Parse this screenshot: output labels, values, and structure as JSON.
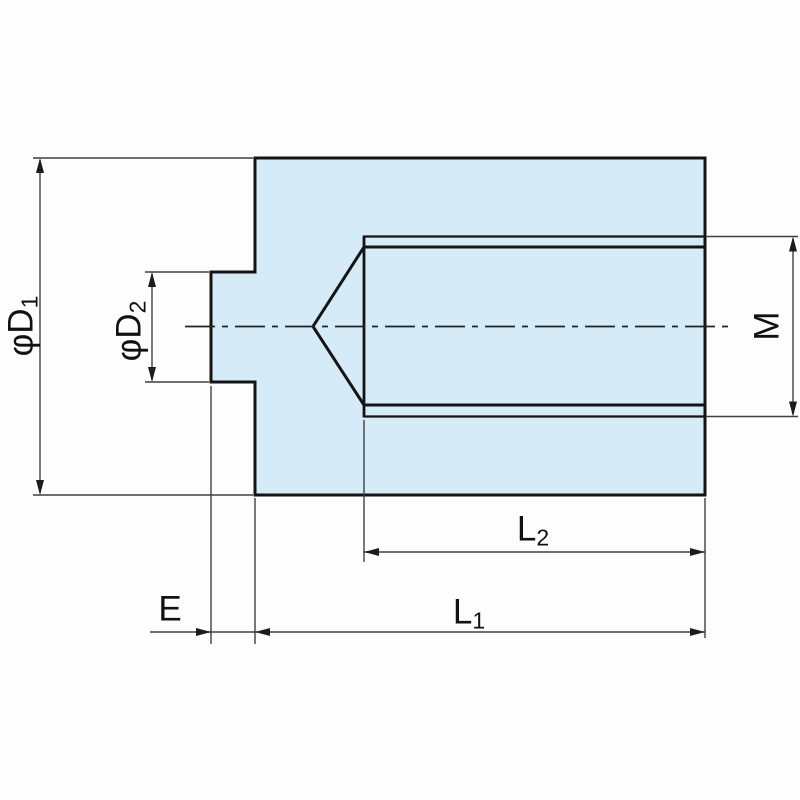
{
  "labels": {
    "d1": {
      "base": "φD",
      "sub": "1"
    },
    "d2": {
      "base": "φD",
      "sub": "2"
    },
    "m": {
      "base": "M",
      "sub": ""
    },
    "l2": {
      "base": "L",
      "sub": "2"
    },
    "l1": {
      "base": "L",
      "sub": "1"
    },
    "e": {
      "base": "E",
      "sub": ""
    }
  },
  "colors": {
    "part_fill": "#d5ebf7",
    "outline": "#141414",
    "dimension_line": "#3f3f3f",
    "centerline": "#222222",
    "background": "#fdfdfd",
    "label": "#111111"
  }
}
